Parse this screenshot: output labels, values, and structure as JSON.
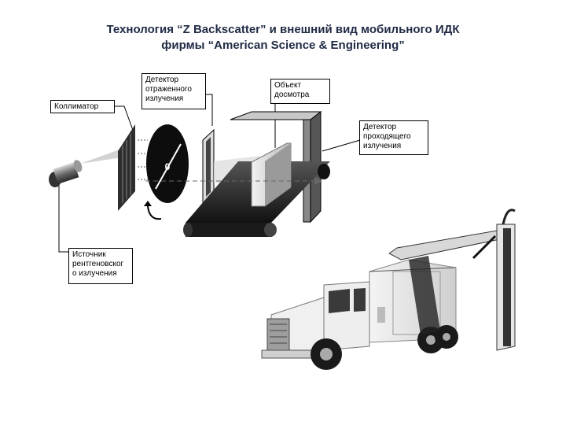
{
  "title": {
    "line1": "Технология “Z Backscatter” и внешний вид мобильного ИДК",
    "line2": "фирмы “American Science & Engineering”"
  },
  "labels": {
    "collimator": "Коллиматор",
    "backscatter_detector": "Детектор отраженного излучения",
    "object": "Объект досмотра",
    "transmission_detector": "Детектор проходящего излучения",
    "source": "Источник рентгеновског о излучения"
  },
  "wheel_mark": "0"
}
